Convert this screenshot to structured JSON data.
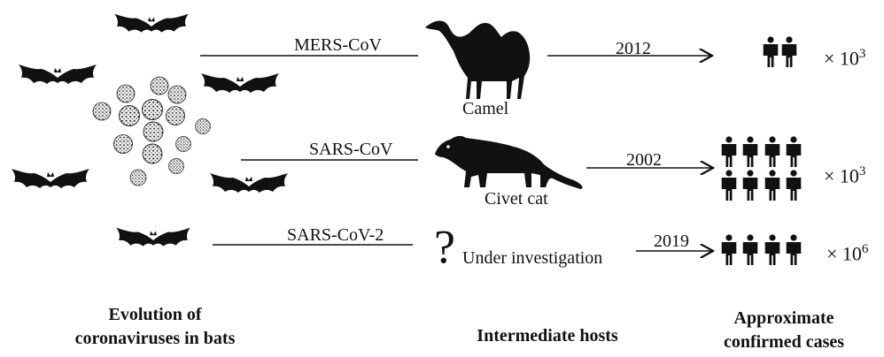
{
  "left_panel": {
    "heading_line1": "Evolution of",
    "heading_line2": "coronaviruses in bats"
  },
  "middle_panel": {
    "heading": "Intermediate hosts"
  },
  "right_panel": {
    "heading_line1": "Approximate",
    "heading_line2": "confirmed cases"
  },
  "rows": [
    {
      "virus": "MERS-CoV",
      "host": "Camel",
      "year": "2012",
      "multiplier": "× 10",
      "exponent": "3",
      "people_icons": 2,
      "icon_rows": 1
    },
    {
      "virus": "SARS-CoV",
      "host": "Civet cat",
      "year": "2002",
      "multiplier": "× 10",
      "exponent": "3",
      "people_icons": 8,
      "icon_rows": 2
    },
    {
      "virus": "SARS-CoV-2",
      "host": "Under investigation",
      "host_symbol": "?",
      "year": "2019",
      "multiplier": "× 10",
      "exponent": "6",
      "people_icons": 4,
      "icon_rows": 1
    }
  ],
  "icons": {
    "bat": "bat-icon",
    "virus": "virus-particle-icon",
    "camel": "camel-icon",
    "civet": "civet-cat-icon",
    "person": "person-icon"
  },
  "colors": {
    "ink": "#111111",
    "virus_fill": "#f2f2f2"
  }
}
